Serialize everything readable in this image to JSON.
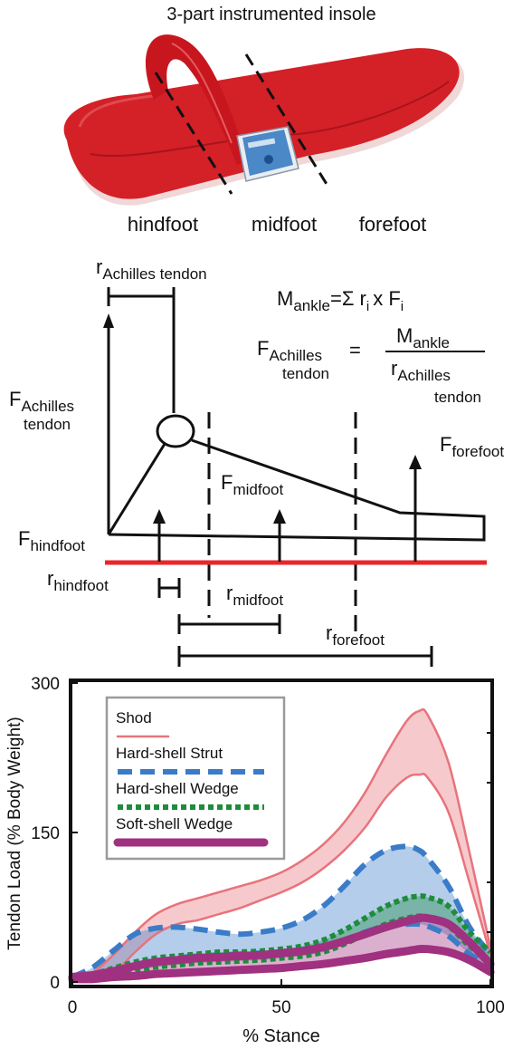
{
  "panel_a": {
    "title": "3-part instrumented insole",
    "regions": [
      "hindfoot",
      "midfoot",
      "forefoot"
    ],
    "colors": {
      "insole": "#d42027",
      "strap": "#c8161f",
      "device": "#4a88c8"
    }
  },
  "panel_b": {
    "r_achilles": {
      "main": "r",
      "sub": "Achilles tendon"
    },
    "f_achilles": {
      "main": "F",
      "sub1": "Achilles",
      "sub2": "tendon"
    },
    "f_midfoot": {
      "main": "F",
      "sub": "midfoot"
    },
    "f_forefoot": {
      "main": "F",
      "sub": "forefoot"
    },
    "f_hindfoot": {
      "main": "F",
      "sub": "hindfoot"
    },
    "r_hindfoot": {
      "main": "r",
      "sub": "hindfoot"
    },
    "r_midfoot": {
      "main": "r",
      "sub": "midfoot"
    },
    "r_forefoot": {
      "main": "r",
      "sub": "forefoot"
    },
    "eq1": {
      "lhs": "M",
      "lhs_sub": "ankle",
      "rhs": "=Σ r",
      "rhs_sub_i": "i",
      "x": "x F",
      "rhs_sub_i2": "i"
    },
    "eq2": {
      "lhs": "F",
      "lhs_sub1": "Achilles",
      "lhs_sub2": "tendon",
      "equals": "=",
      "num": "M",
      "num_sub": "ankle",
      "den": "r",
      "den_sub1": "Achilles",
      "den_sub2": "tendon"
    },
    "colors": {
      "ground": "#e8262b",
      "lines": "#111111"
    }
  },
  "chart_data": {
    "type": "area",
    "xlabel": "% Stance",
    "ylabel": "Tendon Load (% Body Weight)",
    "xlim": [
      0,
      100
    ],
    "ylim": [
      0,
      300
    ],
    "xticks": [
      0,
      50,
      100
    ],
    "yticks": [
      0,
      150,
      300
    ],
    "grid": false,
    "legend_position": "top-left",
    "x": [
      0,
      5,
      10,
      15,
      20,
      25,
      30,
      35,
      40,
      45,
      50,
      55,
      60,
      65,
      70,
      75,
      80,
      83,
      85,
      90,
      95,
      100
    ],
    "series": [
      {
        "name": "Shod",
        "color": "#e8737c",
        "style": "solid",
        "upper": [
          5,
          10,
          28,
          50,
          68,
          78,
          84,
          90,
          96,
          102,
          110,
          122,
          138,
          160,
          190,
          228,
          262,
          272,
          268,
          220,
          130,
          35
        ],
        "lower": [
          3,
          5,
          10,
          30,
          48,
          58,
          62,
          68,
          74,
          82,
          90,
          100,
          114,
          132,
          155,
          185,
          205,
          208,
          205,
          170,
          100,
          28
        ]
      },
      {
        "name": "Hard-shell Strut",
        "color": "#3a7cc8",
        "style": "dashed",
        "upper": [
          5,
          15,
          32,
          48,
          54,
          55,
          53,
          50,
          48,
          50,
          54,
          62,
          76,
          96,
          118,
          132,
          136,
          132,
          124,
          96,
          55,
          28
        ],
        "lower": [
          3,
          5,
          8,
          14,
          20,
          24,
          26,
          27,
          28,
          29,
          30,
          32,
          36,
          42,
          50,
          56,
          58,
          58,
          56,
          46,
          28,
          15
        ]
      },
      {
        "name": "Hard-shell Wedge",
        "color": "#1e8c3c",
        "style": "dotted",
        "upper": [
          5,
          8,
          14,
          20,
          24,
          26,
          28,
          30,
          30,
          31,
          33,
          36,
          42,
          52,
          64,
          76,
          84,
          86,
          85,
          76,
          50,
          30
        ],
        "lower": [
          3,
          4,
          8,
          12,
          15,
          17,
          19,
          20,
          21,
          22,
          24,
          26,
          30,
          38,
          48,
          58,
          64,
          66,
          65,
          56,
          36,
          20
        ]
      },
      {
        "name": "Soft-shell Wedge",
        "color": "#a03080",
        "style": "thick",
        "upper": [
          5,
          7,
          11,
          16,
          20,
          22,
          24,
          25,
          26,
          27,
          29,
          31,
          35,
          41,
          48,
          55,
          61,
          64,
          64,
          58,
          40,
          18
        ],
        "lower": [
          3,
          3,
          5,
          6,
          8,
          9,
          10,
          11,
          12,
          13,
          14,
          16,
          18,
          21,
          24,
          28,
          31,
          33,
          33,
          30,
          22,
          10
        ]
      }
    ]
  }
}
